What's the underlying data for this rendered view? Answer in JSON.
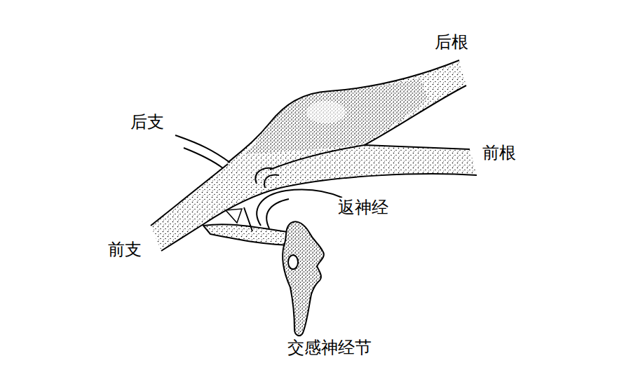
{
  "diagram": {
    "labels": [
      "后根",
      "后支",
      "前根",
      "返神经",
      "前支",
      "交感神经节"
    ]
  }
}
